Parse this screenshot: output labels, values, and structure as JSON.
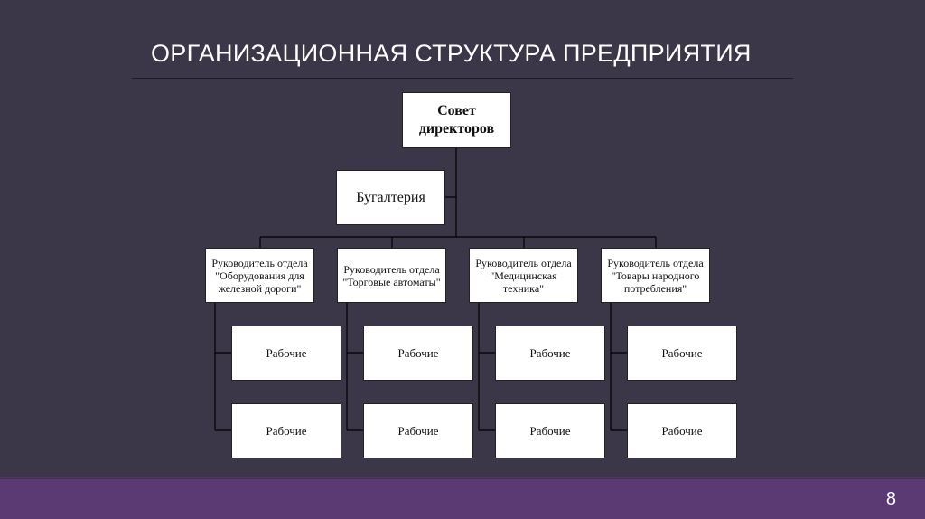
{
  "slide": {
    "title": "ОРГАНИЗАЦИОННАЯ СТРУКТУРА ПРЕДПРИЯТИЯ",
    "page_number": "8"
  },
  "org": {
    "board": "Совет директоров",
    "accounting": "Бугалтерия",
    "departments": [
      {
        "head": "Руководитель отдела \"Оборудования для железной дороги\"",
        "workers": [
          "Рабочие",
          "Рабочие"
        ]
      },
      {
        "head": "Руководитель отдела \"Торговые автоматы\"",
        "workers": [
          "Рабочие",
          "Рабочие"
        ]
      },
      {
        "head": "Руководитель отдела \"Медицинская техника\"",
        "workers": [
          "Рабочие",
          "Рабочие"
        ]
      },
      {
        "head": "Руководитель отдела \"Товары народного потребления\"",
        "workers": [
          "Рабочие",
          "Рабочие"
        ]
      }
    ]
  },
  "colors": {
    "background": "#3b3748",
    "footer": "#5b3a74",
    "box_fill": "#ffffff",
    "connector": "#000000"
  }
}
